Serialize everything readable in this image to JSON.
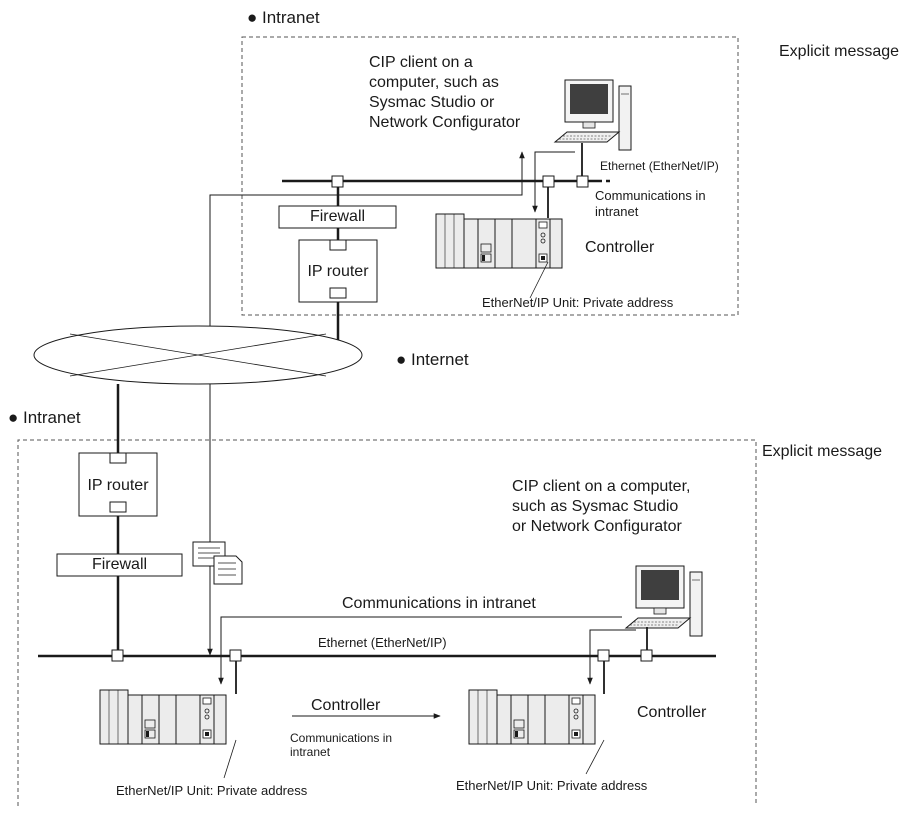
{
  "top_section": {
    "title": "● Intranet",
    "explicit_message": "Explicit message",
    "client_caption": "CIP client on a\ncomputer, such as\nSysmac Studio or\nNetwork Configurator",
    "ethernet_label": "Ethernet (EtherNet/IP)",
    "comms_label": "Communications in\nintranet",
    "controller_label": "Controller",
    "unit_label": "EtherNet/IP Unit: Private address",
    "firewall_label": "Firewall",
    "router_label": "IP router"
  },
  "internet": {
    "label": "● Internet"
  },
  "bottom_section": {
    "title": "● Intranet",
    "explicit_message": "Explicit message",
    "client_caption": "CIP client on a computer,\nsuch as Sysmac Studio\nor Network Configurator",
    "comms_label": "Communications in intranet",
    "ethernet_label": "Ethernet (EtherNet/IP)",
    "router_label": "IP router",
    "firewall_label": "Firewall",
    "controller_middle_label": "Controller",
    "comms_small_label": "Communications in\nintranet",
    "controller_right_label": "Controller",
    "unit_left_label": "EtherNet/IP Unit: Private address",
    "unit_right_label": "EtherNet/IP Unit: Private address"
  },
  "colors": {
    "line": "#1a1a1a",
    "screen": "#3f3f3f",
    "device_fill": "#ececec"
  },
  "icons": [
    "computer-icon",
    "controller-icon",
    "firewall-box",
    "router-box",
    "message-document-icon",
    "internet-cloud"
  ]
}
